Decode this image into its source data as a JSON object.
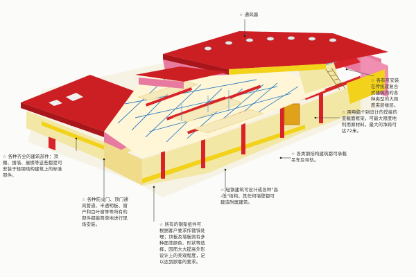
{
  "colors": {
    "roof_red": "#cc1f24",
    "wall_cream": "#f3e7a6",
    "wall_pink": "#e87aa0",
    "frame_red": "#d82428",
    "yellow_trim": "#f2d21b"
  },
  "labels": {
    "ventilator": "通风器",
    "multi_span": "各有可安装\n在传统双复合\n式建筑内的各\n种类型的大跨\n度夹层楼层。",
    "computer_design": "用电脑个别设计的焊接的\n变截面框架，可最大限度地\n利用原材料，最大的净跨可\n达72米。",
    "crane": "各类钢结构建筑都可承载\n吊车及导轨。",
    "accessories": "各种齐全的建筑部件：顶\n棚、围墙、屋檐等这些都是可\n安装于轻钢结构建筑上的标准\n部件。",
    "doors_windows": "各种防火门、顶门通\n风管道、半透明板、窗\n户和百叶窗等等所有的\n部件都能简单地进行现\n场安装。",
    "high_low": "轻钢建筑可设计成各种\"高\n-低\"结构，其任何墙壁都可\n建造附属建筑。",
    "panels": "所有的钢架组件可\n根据客户要求作镀锌处\n理；顶板及墙板则有多\n种面漆颜色、形状等选\n择，因而大大提高外形\n设计上的美观程度，足\n以达到顾客的要求。"
  }
}
